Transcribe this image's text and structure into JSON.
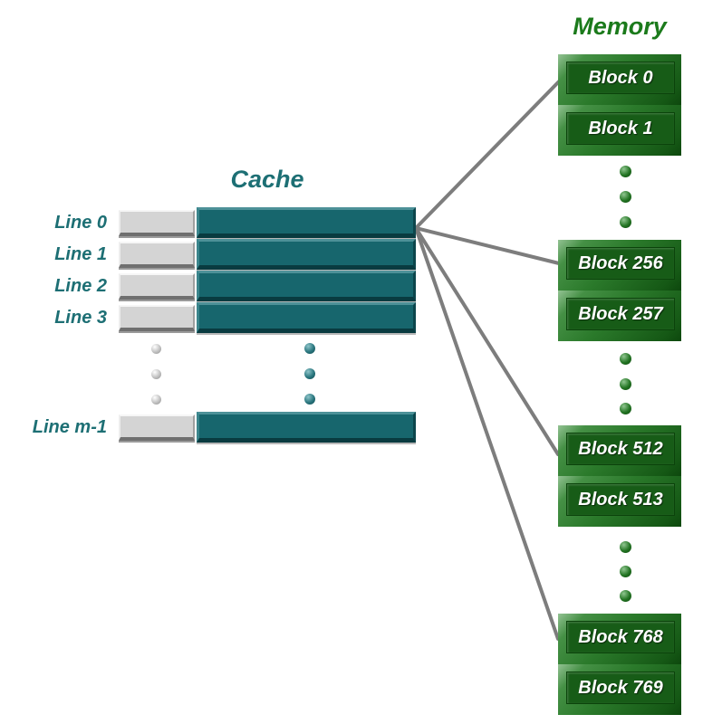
{
  "diagram": {
    "type": "cache-to-memory block mapping diagram"
  },
  "cache": {
    "title": "Cache",
    "lines": [
      {
        "label": "Line 0"
      },
      {
        "label": "Line 1"
      },
      {
        "label": "Line 2"
      },
      {
        "label": "Line 3"
      },
      {
        "label": "Line m-1"
      }
    ]
  },
  "memory": {
    "title": "Memory",
    "groups": [
      {
        "blocks": [
          "Block 0",
          "Block 1"
        ]
      },
      {
        "blocks": [
          "Block 256",
          "Block 257"
        ]
      },
      {
        "blocks": [
          "Block 512",
          "Block 513"
        ]
      },
      {
        "blocks": [
          "Block 768",
          "Block 769"
        ]
      }
    ]
  },
  "colors": {
    "cache_bar_teal": "#17666d",
    "cache_tag_gray": "#d4d4d4",
    "cache_label_teal": "#1d6f74",
    "memory_frame_green": "#2b7a2b",
    "memory_face_green": "#175c17",
    "memory_title_green": "#1b7a1b",
    "block_text_white": "#ffffff",
    "connector_gray": "#7d7d7d",
    "background": "#ffffff"
  }
}
